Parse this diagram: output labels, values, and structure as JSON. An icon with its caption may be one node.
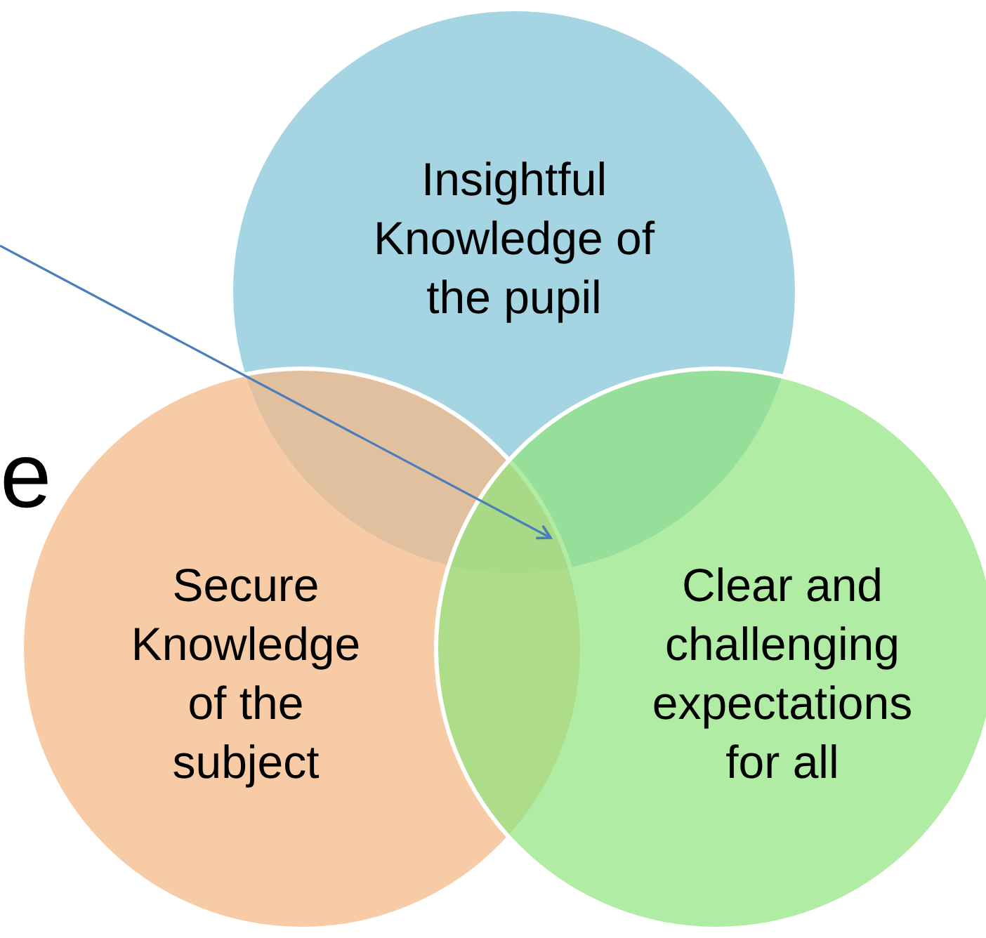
{
  "diagram": {
    "nodes": [
      {
        "text": [
          "Insightful Knowledge of the pupil"
        ]
      },
      {
        "text": [
          "Secure Knowledge of the subject"
        ]
      },
      {
        "text": [
          "Clear and challenging expectations for all"
        ]
      }
    ],
    "edges": [
      {
        "from": null,
        "to": 1,
        "arrow": "to"
      }
    ],
    "labels": [
      "e"
    ]
  }
}
